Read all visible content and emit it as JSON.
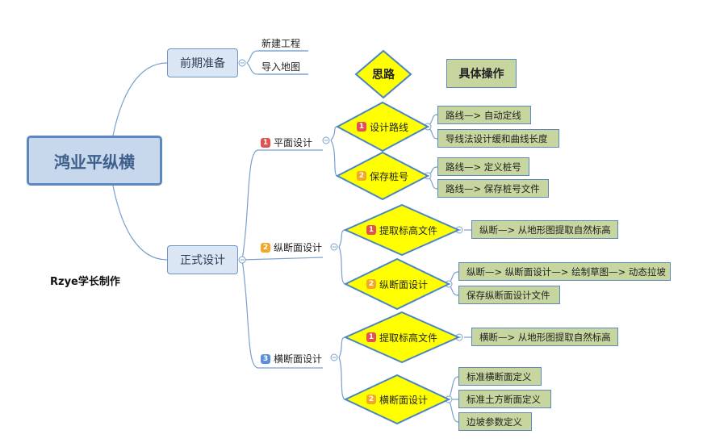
{
  "root": "鸿业平纵横",
  "prep": {
    "label": "前期准备",
    "items": [
      "新建工程",
      "导入地图"
    ]
  },
  "formal": {
    "label": "正式设计"
  },
  "headers": {
    "idea": "思路",
    "ops": "具体操作"
  },
  "sections": [
    {
      "num": "1",
      "label": "平面设计",
      "steps": [
        {
          "num": "1",
          "label": "设计路线",
          "ops": [
            "路线—> 自动定线",
            "导线法设计缓和曲线长度"
          ]
        },
        {
          "num": "2",
          "label": "保存桩号",
          "ops": [
            "路线—> 定义桩号",
            "路线—> 保存桩号文件"
          ]
        }
      ]
    },
    {
      "num": "2",
      "label": "纵断面设计",
      "steps": [
        {
          "num": "1",
          "label": "提取标高文件",
          "ops": [
            "纵断—> 从地形图提取自然标高"
          ]
        },
        {
          "num": "2",
          "label": "纵断面设计",
          "ops": [
            "纵断—> 纵断面设计—> 绘制草图—> 动态拉坡",
            "保存纵断面设计文件"
          ]
        }
      ]
    },
    {
      "num": "3",
      "label": "横断面设计",
      "steps": [
        {
          "num": "1",
          "label": "提取标高文件",
          "ops": [
            "横断—> 从地形图提取自然标高"
          ]
        },
        {
          "num": "2",
          "label": "横断面设计",
          "ops": [
            "标准横断面定义",
            "标准土方断面定义",
            "边坡参数定义"
          ]
        }
      ]
    }
  ],
  "author": "Rzye学长制作",
  "colors": {
    "diamond_fill": "#ffff00",
    "diamond_stroke": "#4a86c5",
    "op_fill": "#c7d59f",
    "line": "#7aa0cc"
  }
}
